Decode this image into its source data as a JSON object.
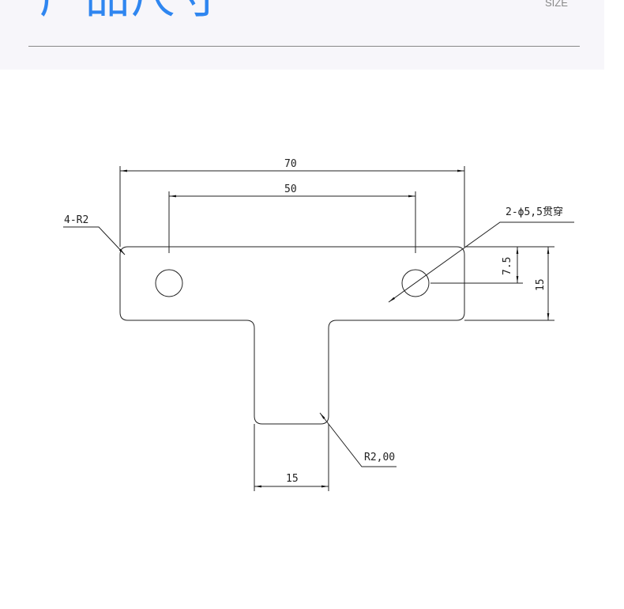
{
  "header": {
    "title": "产品尺寸",
    "subtitle": "SIZE"
  },
  "drawing": {
    "dim_overall_width": "70",
    "dim_hole_spacing": "50",
    "dim_hole_offset": "7.5",
    "dim_plate_height": "15",
    "dim_stem_width": "15",
    "note_corner_radius": "4-R2",
    "note_holes": "2-ϕ5,5贯穿",
    "note_stem_radius": "R2,00"
  }
}
